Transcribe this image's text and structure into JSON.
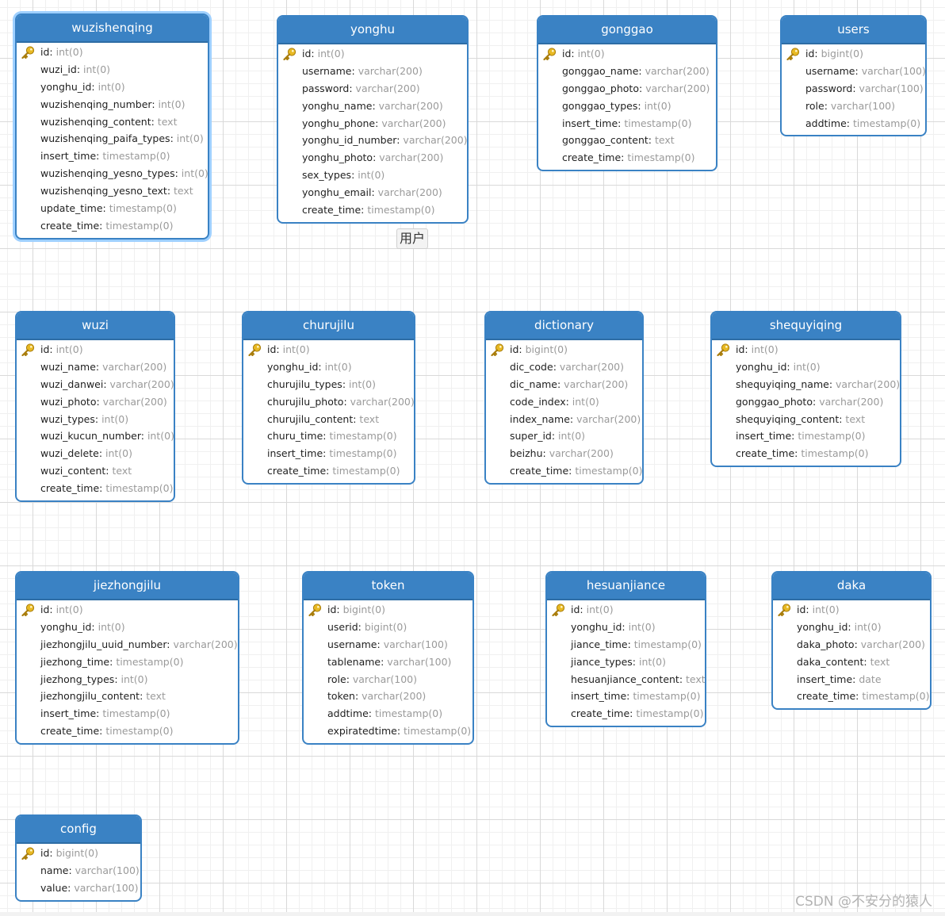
{
  "entity_label": "用户",
  "watermark": "CSDN @不安分的猿人",
  "colors": {
    "header": "#3a82c4",
    "border": "#3a82c4",
    "type_text": "#9a9a9a",
    "selected_glow": "#9fd0ff"
  },
  "icons": {
    "primary_key": "key-icon"
  },
  "tables": [
    {
      "name": "wuzishenqing",
      "selected": true,
      "fields": [
        {
          "name": "id",
          "type": "int(0)",
          "pk": true
        },
        {
          "name": "wuzi_id",
          "type": "int(0)"
        },
        {
          "name": "yonghu_id",
          "type": "int(0)"
        },
        {
          "name": "wuzishenqing_number",
          "type": "int(0)"
        },
        {
          "name": "wuzishenqing_content",
          "type": "text"
        },
        {
          "name": "wuzishenqing_paifa_types",
          "type": "int(0)"
        },
        {
          "name": "insert_time",
          "type": "timestamp(0)"
        },
        {
          "name": "wuzishenqing_yesno_types",
          "type": "int(0)"
        },
        {
          "name": "wuzishenqing_yesno_text",
          "type": "text"
        },
        {
          "name": "update_time",
          "type": "timestamp(0)"
        },
        {
          "name": "create_time",
          "type": "timestamp(0)"
        }
      ]
    },
    {
      "name": "yonghu",
      "fields": [
        {
          "name": "id",
          "type": "int(0)",
          "pk": true
        },
        {
          "name": "username",
          "type": "varchar(200)"
        },
        {
          "name": "password",
          "type": "varchar(200)"
        },
        {
          "name": "yonghu_name",
          "type": "varchar(200)"
        },
        {
          "name": "yonghu_phone",
          "type": "varchar(200)"
        },
        {
          "name": "yonghu_id_number",
          "type": "varchar(200)"
        },
        {
          "name": "yonghu_photo",
          "type": "varchar(200)"
        },
        {
          "name": "sex_types",
          "type": "int(0)"
        },
        {
          "name": "yonghu_email",
          "type": "varchar(200)"
        },
        {
          "name": "create_time",
          "type": "timestamp(0)"
        }
      ]
    },
    {
      "name": "gonggao",
      "fields": [
        {
          "name": "id",
          "type": "int(0)",
          "pk": true
        },
        {
          "name": "gonggao_name",
          "type": "varchar(200)"
        },
        {
          "name": "gonggao_photo",
          "type": "varchar(200)"
        },
        {
          "name": "gonggao_types",
          "type": "int(0)"
        },
        {
          "name": "insert_time",
          "type": "timestamp(0)"
        },
        {
          "name": "gonggao_content",
          "type": "text"
        },
        {
          "name": "create_time",
          "type": "timestamp(0)"
        }
      ]
    },
    {
      "name": "users",
      "fields": [
        {
          "name": "id",
          "type": "bigint(0)",
          "pk": true
        },
        {
          "name": "username",
          "type": "varchar(100)"
        },
        {
          "name": "password",
          "type": "varchar(100)"
        },
        {
          "name": "role",
          "type": "varchar(100)"
        },
        {
          "name": "addtime",
          "type": "timestamp(0)"
        }
      ]
    },
    {
      "name": "wuzi",
      "fields": [
        {
          "name": "id",
          "type": "int(0)",
          "pk": true
        },
        {
          "name": "wuzi_name",
          "type": "varchar(200)"
        },
        {
          "name": "wuzi_danwei",
          "type": "varchar(200)"
        },
        {
          "name": "wuzi_photo",
          "type": "varchar(200)"
        },
        {
          "name": "wuzi_types",
          "type": "int(0)"
        },
        {
          "name": "wuzi_kucun_number",
          "type": "int(0)"
        },
        {
          "name": "wuzi_delete",
          "type": "int(0)"
        },
        {
          "name": "wuzi_content",
          "type": "text"
        },
        {
          "name": "create_time",
          "type": "timestamp(0)"
        }
      ]
    },
    {
      "name": "churujilu",
      "fields": [
        {
          "name": "id",
          "type": "int(0)",
          "pk": true
        },
        {
          "name": "yonghu_id",
          "type": "int(0)"
        },
        {
          "name": "churujilu_types",
          "type": "int(0)"
        },
        {
          "name": "churujilu_photo",
          "type": "varchar(200)"
        },
        {
          "name": "churujilu_content",
          "type": "text"
        },
        {
          "name": "churu_time",
          "type": "timestamp(0)"
        },
        {
          "name": "insert_time",
          "type": "timestamp(0)"
        },
        {
          "name": "create_time",
          "type": "timestamp(0)"
        }
      ]
    },
    {
      "name": "dictionary",
      "fields": [
        {
          "name": "id",
          "type": "bigint(0)",
          "pk": true
        },
        {
          "name": "dic_code",
          "type": "varchar(200)"
        },
        {
          "name": "dic_name",
          "type": "varchar(200)"
        },
        {
          "name": "code_index",
          "type": "int(0)"
        },
        {
          "name": "index_name",
          "type": "varchar(200)"
        },
        {
          "name": "super_id",
          "type": "int(0)"
        },
        {
          "name": "beizhu",
          "type": "varchar(200)"
        },
        {
          "name": "create_time",
          "type": "timestamp(0)"
        }
      ]
    },
    {
      "name": "shequyiqing",
      "fields": [
        {
          "name": "id",
          "type": "int(0)",
          "pk": true
        },
        {
          "name": "yonghu_id",
          "type": "int(0)"
        },
        {
          "name": "shequyiqing_name",
          "type": "varchar(200)"
        },
        {
          "name": "gonggao_photo",
          "type": "varchar(200)"
        },
        {
          "name": "shequyiqing_content",
          "type": "text"
        },
        {
          "name": "insert_time",
          "type": "timestamp(0)"
        },
        {
          "name": "create_time",
          "type": "timestamp(0)"
        }
      ]
    },
    {
      "name": "jiezhongjilu",
      "fields": [
        {
          "name": "id",
          "type": "int(0)",
          "pk": true
        },
        {
          "name": "yonghu_id",
          "type": "int(0)"
        },
        {
          "name": "jiezhongjilu_uuid_number",
          "type": "varchar(200)"
        },
        {
          "name": "jiezhong_time",
          "type": "timestamp(0)"
        },
        {
          "name": "jiezhong_types",
          "type": "int(0)"
        },
        {
          "name": "jiezhongjilu_content",
          "type": "text"
        },
        {
          "name": "insert_time",
          "type": "timestamp(0)"
        },
        {
          "name": "create_time",
          "type": "timestamp(0)"
        }
      ]
    },
    {
      "name": "token",
      "fields": [
        {
          "name": "id",
          "type": "bigint(0)",
          "pk": true
        },
        {
          "name": "userid",
          "type": "bigint(0)"
        },
        {
          "name": "username",
          "type": "varchar(100)"
        },
        {
          "name": "tablename",
          "type": "varchar(100)"
        },
        {
          "name": "role",
          "type": "varchar(100)"
        },
        {
          "name": "token",
          "type": "varchar(200)"
        },
        {
          "name": "addtime",
          "type": "timestamp(0)"
        },
        {
          "name": "expiratedtime",
          "type": "timestamp(0)"
        }
      ]
    },
    {
      "name": "hesuanjiance",
      "fields": [
        {
          "name": "id",
          "type": "int(0)",
          "pk": true
        },
        {
          "name": "yonghu_id",
          "type": "int(0)"
        },
        {
          "name": "jiance_time",
          "type": "timestamp(0)"
        },
        {
          "name": "jiance_types",
          "type": "int(0)"
        },
        {
          "name": "hesuanjiance_content",
          "type": "text"
        },
        {
          "name": "insert_time",
          "type": "timestamp(0)"
        },
        {
          "name": "create_time",
          "type": "timestamp(0)"
        }
      ]
    },
    {
      "name": "daka",
      "fields": [
        {
          "name": "id",
          "type": "int(0)",
          "pk": true
        },
        {
          "name": "yonghu_id",
          "type": "int(0)"
        },
        {
          "name": "daka_photo",
          "type": "varchar(200)"
        },
        {
          "name": "daka_content",
          "type": "text"
        },
        {
          "name": "insert_time",
          "type": "date"
        },
        {
          "name": "create_time",
          "type": "timestamp(0)"
        }
      ]
    },
    {
      "name": "config",
      "fields": [
        {
          "name": "id",
          "type": "bigint(0)",
          "pk": true
        },
        {
          "name": "name",
          "type": "varchar(100)"
        },
        {
          "name": "value",
          "type": "varchar(100)"
        }
      ]
    }
  ]
}
